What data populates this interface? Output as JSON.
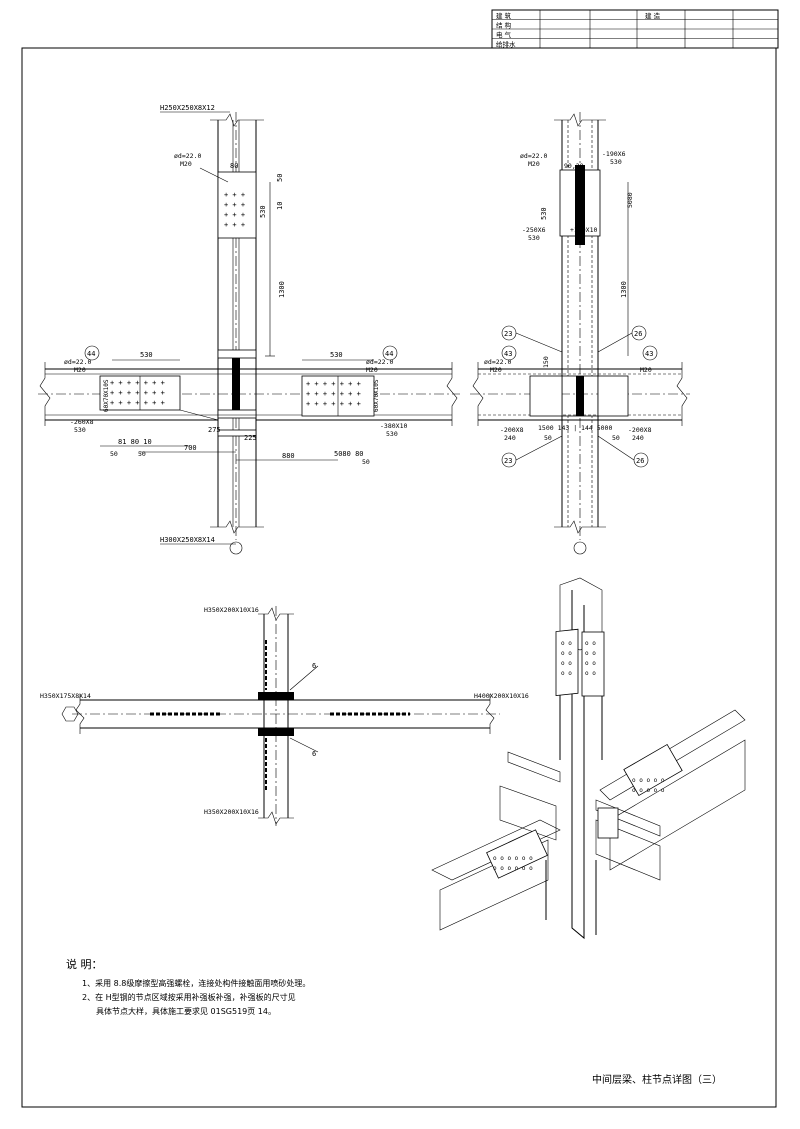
{
  "stamp_table": {
    "rows": [
      [
        "建  筑",
        "",
        "",
        "建  造",
        "",
        ""
      ],
      [
        "结  构",
        "",
        "",
        "",
        "",
        ""
      ],
      [
        "电  气",
        "",
        "",
        "",
        "",
        ""
      ],
      [
        "给排水",
        "",
        "",
        "",
        "",
        ""
      ]
    ]
  },
  "elevation1": {
    "col_top": "H250X250X8X12",
    "col_bot": "H300X250X8X14",
    "bolt_top": "M20",
    "bolt_top_d": "ød=22.0",
    "bolt_left": "M20",
    "bolt_left_d": "ød=22.0",
    "bolt_right": "M20",
    "bolt_right_d": "ød=22.0",
    "callout_left": "44",
    "callout_right": "44",
    "dim_1300": "1300",
    "dim_530_left": "530",
    "dim_530_right": "530",
    "dim_530_col": "530",
    "dim_50": "50",
    "dim_80a": "80",
    "dim_10": "10",
    "plate_left": "-260X8",
    "plate_left_w": "530",
    "plate_right": "-380X10",
    "plate_right_w": "530",
    "dims_left_bottom": "81 80 10",
    "dim_50_b": "50",
    "dim_50_c": "50",
    "dim_275": "275",
    "dim_225": "225",
    "dim_700": "700",
    "dim_880": "880",
    "dims_right_bottom": "5080 80",
    "dim_50_d": "50",
    "dims_left_vert": "60X70X10S",
    "dims_right_vert": "60X70X10S"
  },
  "elevation2": {
    "bolt_d": "ød=22.0",
    "bolt": "M20",
    "plate_top": "-190X6",
    "plate_top_w": "530",
    "plate_mid_left": "-250X6",
    "plate_mid_right": "+100X10",
    "plate_mid_w": "530",
    "dim_1300": "1300",
    "dim_530": "530",
    "dim_90_20": "90,20",
    "dim_50_80": "5080",
    "dim_150": "150",
    "callouts": [
      "23",
      "26",
      "43",
      "43",
      "23",
      "26"
    ],
    "bolt_left": "M20",
    "bolt_left_d": "ød=22.0",
    "bolt_right": "M20",
    "plate_bot_left": "-200X8",
    "plate_bot_left_w": "240",
    "plate_bot_right": "-200X8",
    "plate_bot_right_w": "240",
    "dims_bot": "1500 143 | 144 5000",
    "dim_50": "50",
    "dim_50b": "50"
  },
  "plan": {
    "col_top": "H350X200X10X16",
    "col_bot": "H350X200X10X16",
    "beam_left": "H350X175X8X14",
    "beam_right": "H400X200X10X16",
    "weld_a": "6",
    "weld_b": "6"
  },
  "notes": {
    "heading": "说  明：",
    "line1": "1、采用 8.8级摩擦型高强螺栓，连接处构件接触面用喷砂处理。",
    "line2": "2、在 H型钢的节点区域按采用补强板补强，补强板的尺寸见",
    "line3": "具体节点大样，具体施工要求见 01SG519页 14。"
  },
  "drawing_title": "中间层梁、柱节点详图（三）"
}
